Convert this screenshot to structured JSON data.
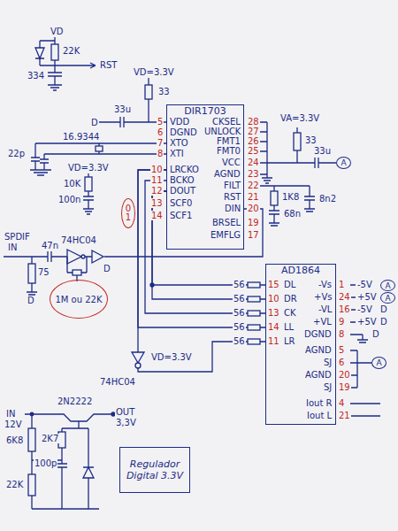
{
  "diagram": {
    "nodes": [
      {
        "text": [
          "DIR1703"
        ]
      },
      {
        "text": [
          "AD1864"
        ]
      },
      {
        "text": [
          "A"
        ]
      },
      {
        "text": [
          "0",
          "1"
        ]
      },
      {
        "text": [
          "1M ou 22K"
        ]
      },
      {
        "text": [
          "A"
        ]
      },
      {
        "text": [
          "A"
        ]
      },
      {
        "text": [
          "A"
        ]
      },
      {
        "text": [
          "Regulador Digital 3.3V"
        ]
      }
    ],
    "edges": [
      {
        "from": 0,
        "to": 1,
        "arrow": "none"
      },
      {
        "from": 0,
        "to": 1,
        "arrow": "none"
      },
      {
        "from": 0,
        "to": 1,
        "arrow": "none"
      },
      {
        "from": 0,
        "to": 1,
        "arrow": "none"
      },
      {
        "from": 0,
        "to": 1,
        "arrow": "none"
      }
    ],
    "labels": [
      "VD",
      "22K",
      "RST",
      "334",
      "VD=3.3V",
      "33",
      "D",
      "33u",
      "22p",
      "16.9344",
      "VD=3.3V",
      "10K",
      "100n",
      "VDD",
      "DGND",
      "XTO",
      "XTI",
      "LRCKO",
      "BCKO",
      "DOUT",
      "SCF0",
      "SCF1",
      "5",
      "6",
      "7",
      "8",
      "10",
      "11",
      "12",
      "13",
      "14",
      "CKSEL",
      "UNLOCK",
      "FMT1",
      "FMT0",
      "VCC",
      "AGND",
      "FILT",
      "RST",
      "DIN",
      "BRSEL",
      "EMFLG",
      "28",
      "27",
      "26",
      "25",
      "24",
      "23",
      "22",
      "21",
      "20",
      "19",
      "17",
      "VA=3.3V",
      "33",
      "33u",
      "1K8",
      "68n",
      "8n2",
      "SPDIF",
      "IN",
      "47n",
      "75",
      "D",
      "74HC04",
      "D",
      "DL",
      "DR",
      "CK",
      "LL",
      "LR",
      "15",
      "10",
      "13",
      "14",
      "11",
      "56",
      "56",
      "56",
      "56",
      "56",
      "-Vs",
      "+Vs",
      "-VL",
      "+VL",
      "DGND",
      "AGND",
      "SJ",
      "AGND",
      "SJ",
      "Iout R",
      "Iout L",
      "1",
      "24",
      "16",
      "9",
      "8",
      "5",
      "6",
      "20",
      "19",
      "4",
      "21",
      "-5V",
      "+5V",
      "-5V",
      "D",
      "+5V",
      "D",
      "D",
      "VD=3.3V",
      "74HC04",
      "IN",
      "12V",
      "2N2222",
      "OUT",
      "3,3V",
      "6K8",
      "2K7",
      "100p",
      "22K"
    ]
  }
}
